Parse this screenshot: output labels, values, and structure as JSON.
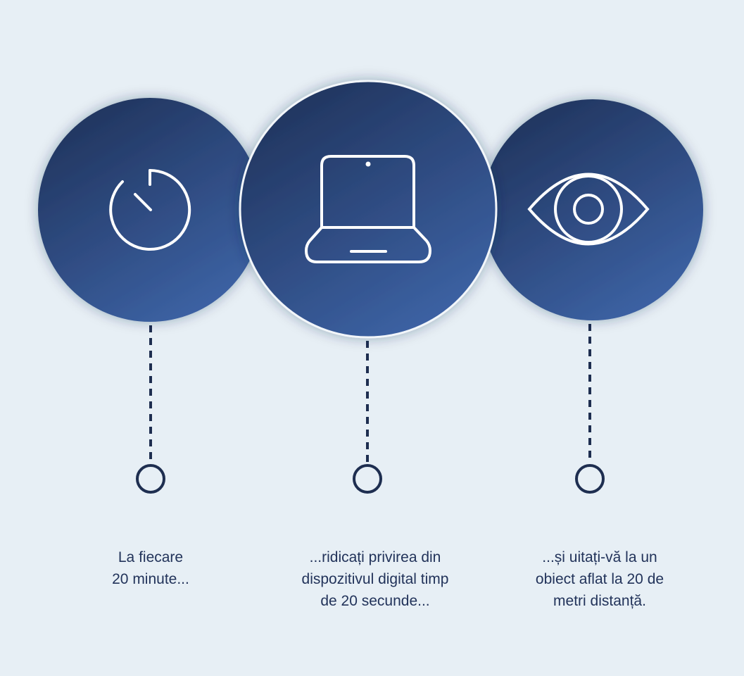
{
  "steps": [
    {
      "icon": "timer-icon",
      "text_lines": [
        "La fiecare",
        "20 minute..."
      ]
    },
    {
      "icon": "laptop-icon",
      "text_lines": [
        "...ridicați privirea din",
        "dispozitivul digital timp",
        "de 20 secunde..."
      ]
    },
    {
      "icon": "eye-icon",
      "text_lines": [
        "...și uitați-vă la un",
        "obiect aflat la 20 de",
        "metri distanță."
      ]
    }
  ],
  "colors": {
    "background": "#e7eff5",
    "circle_dark": "#20335c",
    "circle_light": "#3e65a8",
    "line": "#1e2e50",
    "text": "#22335a"
  }
}
